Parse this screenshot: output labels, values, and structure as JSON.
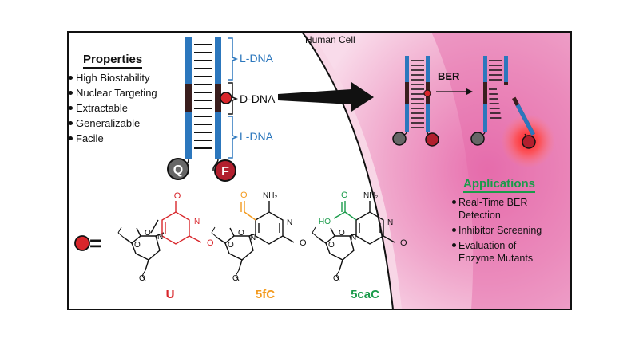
{
  "cell_label": "Human Cell",
  "properties": {
    "title": "Properties",
    "items": [
      "High Biostability",
      "Nuclear Targeting",
      "Extractable",
      "Generalizable",
      "Facile"
    ]
  },
  "dna_labels": {
    "top": "L-DNA",
    "middle": "D-DNA",
    "bottom": "L-DNA"
  },
  "probe_labels": {
    "quencher": "Q",
    "fluorophore": "F"
  },
  "process_label": "BER",
  "applications": {
    "title": "Applications",
    "items": [
      "Real-Time BER",
      "Detection",
      "Inhibitor Screening",
      "Evaluation of",
      "Enzyme Mutants"
    ]
  },
  "equals_sign": "=",
  "nucleotides": [
    {
      "name": "U",
      "color": "#d8262b"
    },
    {
      "name": "5fC",
      "color": "#f39a1e"
    },
    {
      "name": "5caC",
      "color": "#1a9b4a"
    }
  ],
  "structure_atoms": {
    "o": "O",
    "n": "N",
    "nh2": "NH₂",
    "ho": "HO"
  },
  "colors": {
    "strand_blue": "#2c77bd",
    "strand_dark": "#3a1e1e",
    "lesion_red": "#d8262b",
    "cell_pink": "#f2b8d4",
    "quencher_gray": "#666666",
    "fluor_red": "#b21f2e"
  }
}
